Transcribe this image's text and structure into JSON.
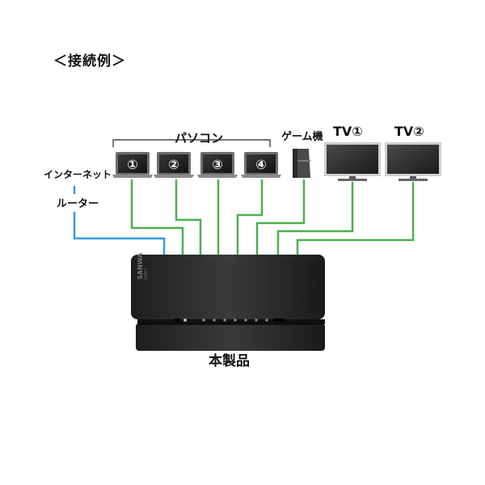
{
  "title": "＜接続例＞",
  "labels": {
    "pc_group": "パソコン",
    "game": "ゲーム機",
    "tv1": "TV①",
    "tv2": "TV②",
    "internet": "インターネット",
    "router": "ルーター",
    "product": "本製品"
  },
  "pcs": [
    {
      "number": "①"
    },
    {
      "number": "②"
    },
    {
      "number": "③"
    },
    {
      "number": "④"
    }
  ],
  "device": {
    "brand": "SANWA",
    "brand_sub": "SUPPLY"
  },
  "colors": {
    "lan_cable": "#3a9ad9",
    "hdmi_cable": "#4caf50",
    "device_body": "#2b2b2b",
    "label_text": "#111111"
  }
}
